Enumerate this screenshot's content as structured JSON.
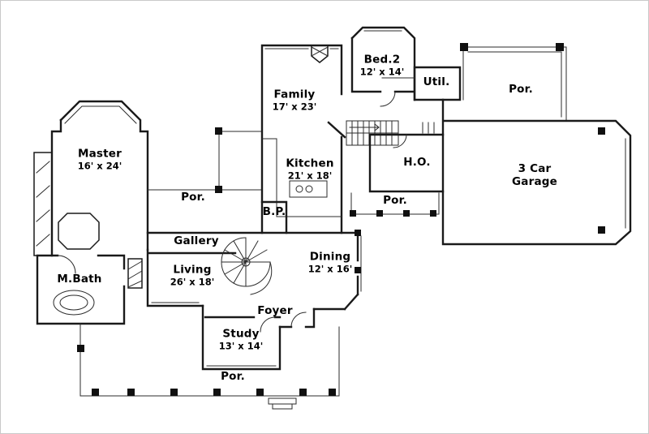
{
  "colors": {
    "background": "#ffffff",
    "line": "#1a1a1a",
    "text": "#000000"
  },
  "rooms": {
    "master": {
      "label": "Master",
      "dims": "16' x 24'"
    },
    "mbath": {
      "label": "M.Bath"
    },
    "por_left": {
      "label": "Por."
    },
    "gallery": {
      "label": "Gallery"
    },
    "living": {
      "label": "Living",
      "dims": "26' x 18'"
    },
    "bp": {
      "label": "B.P."
    },
    "family": {
      "label": "Family",
      "dims": "17' x 23'"
    },
    "kitchen": {
      "label": "Kitchen",
      "dims": "21' x 18'"
    },
    "bed2": {
      "label": "Bed.2",
      "dims": "12' x 14'"
    },
    "util": {
      "label": "Util."
    },
    "por_top_right": {
      "label": "Por."
    },
    "ho": {
      "label": "H.O."
    },
    "por_center": {
      "label": "Por."
    },
    "garage": {
      "label_line1": "3 Car",
      "label_line2": "Garage"
    },
    "dining": {
      "label": "Dining",
      "dims": "12' x 16'"
    },
    "foyer": {
      "label": "Foyer"
    },
    "study": {
      "label": "Study",
      "dims": "13' x 14'"
    },
    "por_bottom": {
      "label": "Por."
    }
  }
}
